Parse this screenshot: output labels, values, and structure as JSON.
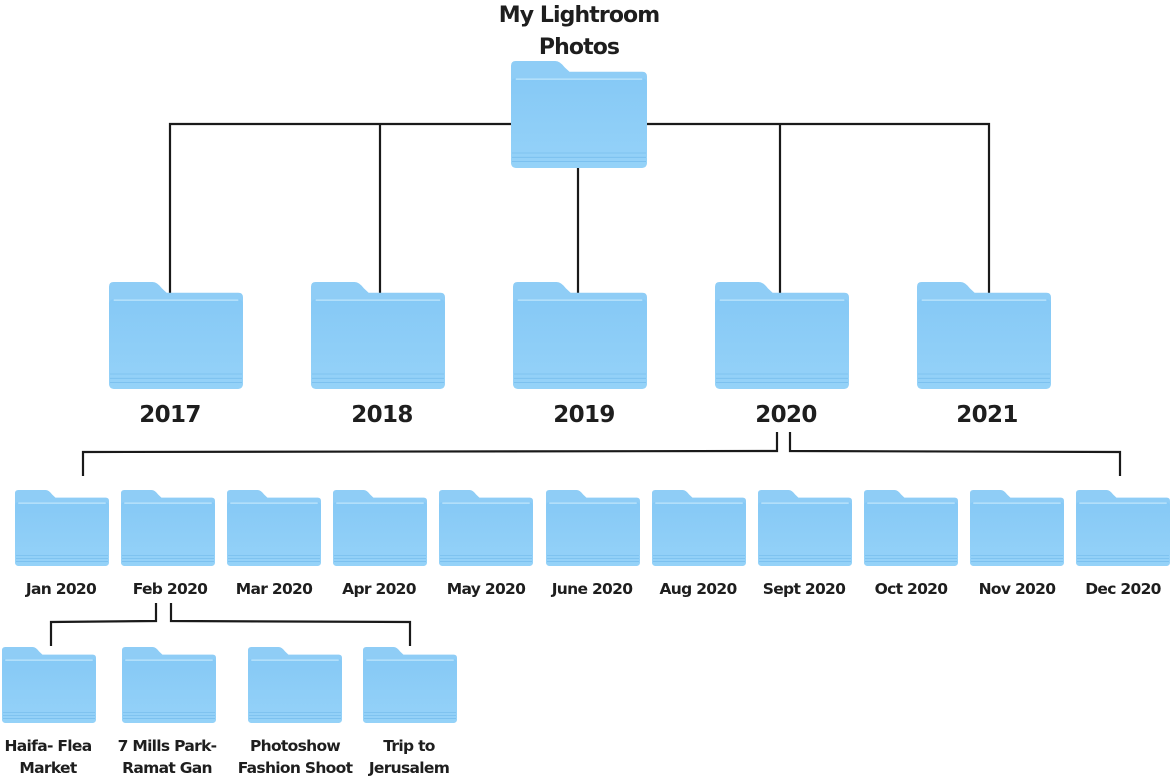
{
  "root": {
    "title_line1": "My Lightroom",
    "title_line2": "Photos",
    "icon": "folder-icon"
  },
  "years": [
    {
      "label": "2017",
      "icon": "folder-icon"
    },
    {
      "label": "2018",
      "icon": "folder-icon"
    },
    {
      "label": "2019",
      "icon": "folder-icon"
    },
    {
      "label": "2020",
      "icon": "folder-icon"
    },
    {
      "label": "2021",
      "icon": "folder-icon"
    }
  ],
  "months_2020": [
    {
      "label": "Jan 2020"
    },
    {
      "label": "Feb 2020"
    },
    {
      "label": "Mar 2020"
    },
    {
      "label": "Apr 2020"
    },
    {
      "label": "May 2020"
    },
    {
      "label": "June 2020"
    },
    {
      "label": "Aug 2020"
    },
    {
      "label": "Sept 2020"
    },
    {
      "label": "Oct 2020"
    },
    {
      "label": "Nov 2020"
    },
    {
      "label": "Dec 2020"
    }
  ],
  "feb_2020_subfolders": [
    {
      "line1": "Haifa- Flea",
      "line2": "Market"
    },
    {
      "line1": "7 Mills Park-",
      "line2": "Ramat Gan"
    },
    {
      "line1": "Photoshow",
      "line2": "Fashion Shoot"
    },
    {
      "line1": "Trip to",
      "line2": "Jerusalem"
    }
  ],
  "colors": {
    "folder_top": "#8fcdf6",
    "folder_body": "#7ec4f5",
    "connector": "#1a1a1a",
    "text": "#1e1e1e"
  }
}
